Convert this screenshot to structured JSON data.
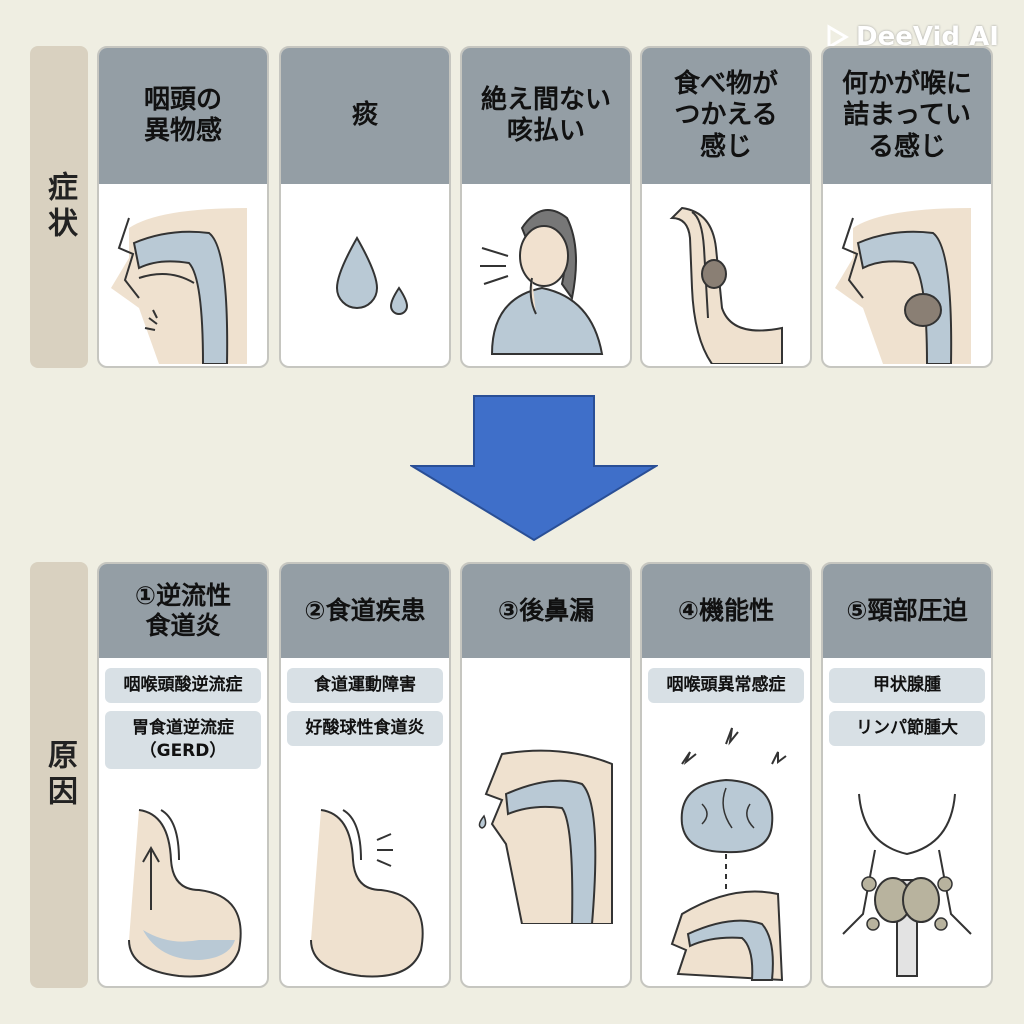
{
  "watermark": "DeeVid AI",
  "sections": {
    "symptoms_label": "症状",
    "causes_label": "原因"
  },
  "symptoms": [
    {
      "label": "咽頭の\n異物感",
      "icon": "throat-profile-icon"
    },
    {
      "label": "痰",
      "icon": "phlegm-drop-icon"
    },
    {
      "label": "絶え間ない\n咳払い",
      "icon": "coughing-woman-icon"
    },
    {
      "label": "食べ物が\nつかえる\n感じ",
      "icon": "esophagus-lump-icon"
    },
    {
      "label": "何かが喉に\n詰まってい\nる感じ",
      "icon": "throat-lump-icon"
    }
  ],
  "causes": [
    {
      "label": "①逆流性\n食道炎",
      "tags": [
        "咽喉頭酸逆流症",
        "胃食道逆流症\n（GERD）"
      ],
      "icon": "stomach-reflux-icon"
    },
    {
      "label": "②食道疾患",
      "tags": [
        "食道運動障害",
        "好酸球性食道炎"
      ],
      "icon": "esophagus-stomach-icon"
    },
    {
      "label": "③後鼻漏",
      "tags": [],
      "icon": "postnasal-drip-icon"
    },
    {
      "label": "④機能性",
      "tags": [
        "咽喉頭異常感症"
      ],
      "icon": "brain-throat-icon"
    },
    {
      "label": "⑤頸部圧迫",
      "tags": [
        "甲状腺腫",
        "リンパ節腫大"
      ],
      "icon": "neck-thyroid-icon"
    }
  ],
  "colors": {
    "header": "#949ea5",
    "arrow": "#3f6fc9",
    "tag": "#d8e0e5",
    "background": "#efeee2"
  }
}
